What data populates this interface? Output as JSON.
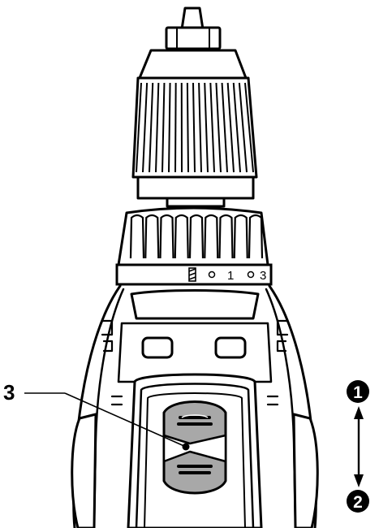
{
  "callout": {
    "label": "3"
  },
  "torque_ring": {
    "marks": [
      "1",
      "3"
    ],
    "drill_symbol_icon": "drill-bit-symbol-icon"
  },
  "direction_indicator": {
    "up_label": "1",
    "down_label": "2"
  },
  "colors": {
    "line": "#000000",
    "switch_fill": "#a8a8a8",
    "background": "#ffffff"
  }
}
